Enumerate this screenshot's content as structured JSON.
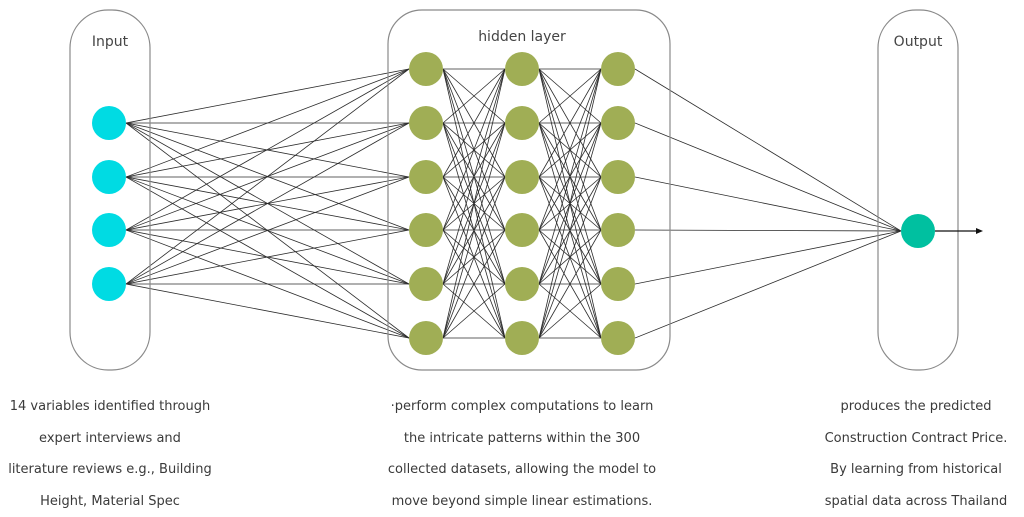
{
  "diagram": {
    "type": "neural-network",
    "layers": [
      {
        "id": "input",
        "title": "Input",
        "node_count": 4,
        "node_color": "#00dbe3"
      },
      {
        "id": "hidden",
        "title": "hidden layer",
        "columns": 3,
        "nodes_per_column": 6,
        "node_color": "#a0ae55"
      },
      {
        "id": "output",
        "title": "Output",
        "node_count": 1,
        "node_color": "#00c0a0"
      }
    ],
    "connections": "fully-connected",
    "output_arrow": true
  },
  "captions": {
    "input": [
      "14 variables identified through",
      "expert interviews and",
      "literature reviews e.g., Building",
      "Height, Material Spec"
    ],
    "hidden": [
      "·perform complex computations to learn",
      "the intricate patterns within the 300",
      "collected datasets, allowing the model to",
      "move beyond simple linear estimations."
    ],
    "output": [
      "produces the predicted",
      "Construction Contract Price.",
      "By learning from historical",
      "spatial data across Thailand"
    ]
  }
}
